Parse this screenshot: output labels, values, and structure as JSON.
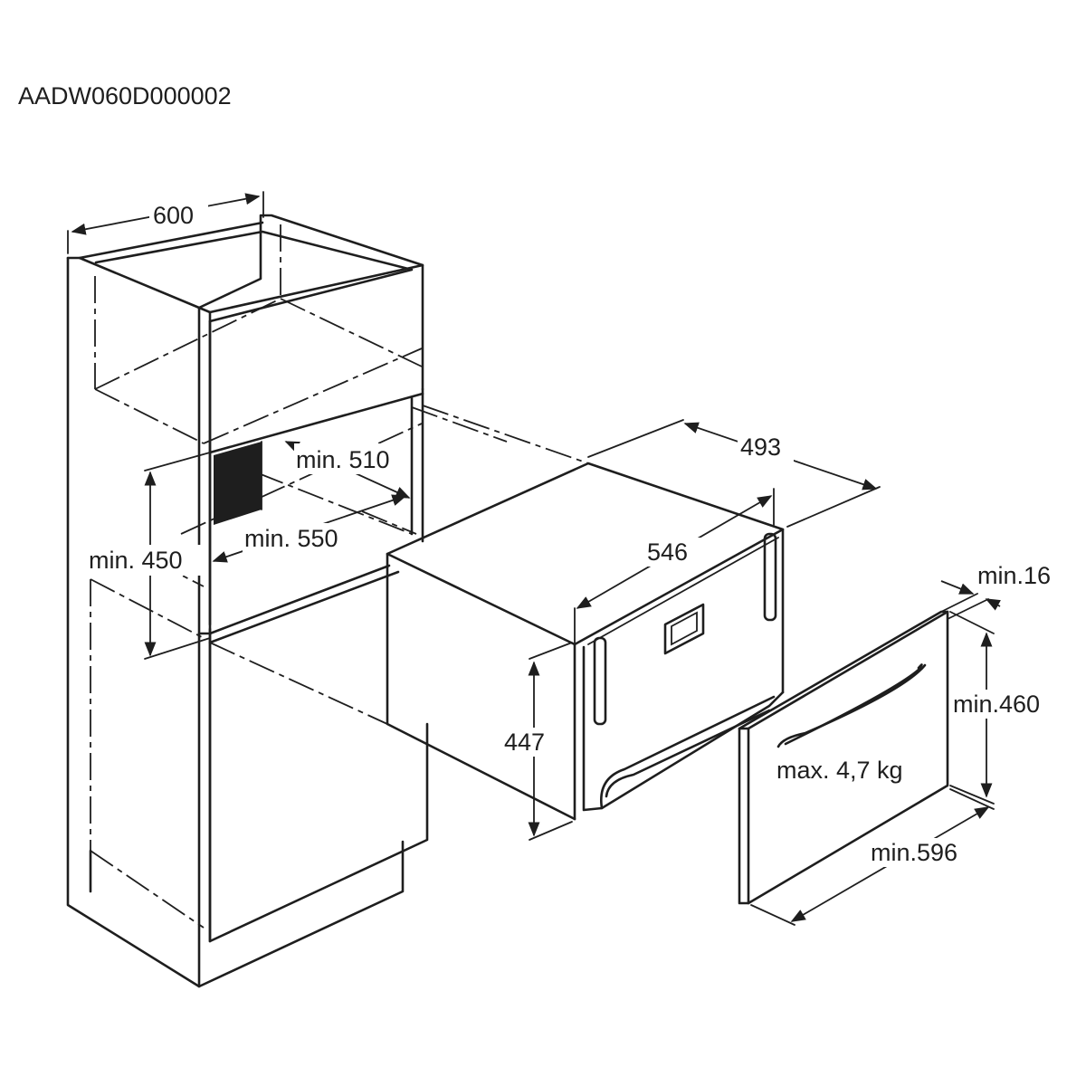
{
  "diagram": {
    "code": "AADW060D000002",
    "cabinet_dims": {
      "width": "600",
      "niche_depth": "min. 510",
      "niche_width": "min. 550",
      "niche_height": "min. 450"
    },
    "drawer_dims": {
      "depth": "493",
      "width": "546",
      "height": "447"
    },
    "front_dims": {
      "thickness": "min.16",
      "height": "min.460",
      "width": "min.596",
      "weight": "max. 4,7 kg"
    },
    "colors": {
      "line": "#1e1e1e",
      "niche_fill": "#1e1e1e",
      "background": "#ffffff"
    }
  }
}
